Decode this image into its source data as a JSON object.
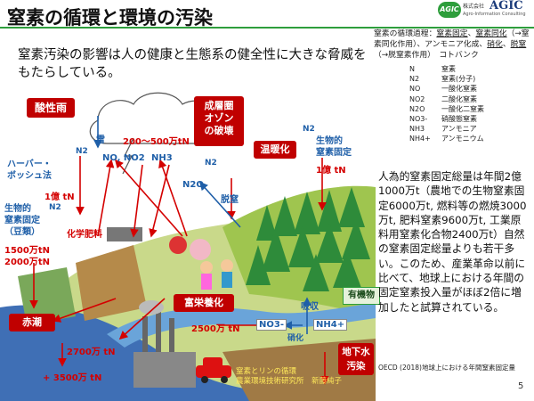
{
  "title": "窒素の循環と環境の汚染",
  "logo": {
    "badge": "AGIC",
    "company": "株式会社",
    "name": "AGIC",
    "tagline": "Agro-Information Consulting"
  },
  "subtitle": "窒素汚染の影響は人の健康と生態系の健全性に大きな脅威をもたらしている。",
  "process_note": {
    "prefix": "窒素の循環過程：",
    "fixation": "窒素固定",
    "assimilation": "窒素同化",
    "mid": "（→窒素同化作用）、アンモニア化成、",
    "nitrification": "硝化",
    "denitrification": "脱窒",
    "suffix": "（→脱窒素作用）　コトバンク"
  },
  "legend": [
    {
      "sym": "N",
      "name": "窒素"
    },
    {
      "sym": "N2",
      "name": "窒素(分子)"
    },
    {
      "sym": "NO",
      "name": "一酸化窒素"
    },
    {
      "sym": "NO2",
      "name": "二酸化窒素"
    },
    {
      "sym": "N2O",
      "name": "一酸化二窒素"
    },
    {
      "sym": "NO3-",
      "name": "硝酸態窒素"
    },
    {
      "sym": "NH3",
      "name": "アンモニア"
    },
    {
      "sym": "NH4+",
      "name": "アンモニウム"
    }
  ],
  "info": "人為的窒素固定総量は年間2億1000万t（農地での生物窒素固定6000万t, 燃料等の燃焼3000万t, 肥料窒素9600万t, 工業原料用窒素化合物2400万t）自然の窒素固定総量よりも若干多い。このため、産業革命以前に比べて、地球上における年間の固定窒素投入量がほぼ2倍に増加したと試算されている。",
  "source": "OECD (2018)地球上における年間窒素固定量",
  "page_number": "5",
  "diagram": {
    "acid_rain": "酸性雨",
    "ozone": "成層圏\nオゾン\nの破壊",
    "warming": "温暖化",
    "red_tide": "赤潮",
    "eutrophication": "富栄養化",
    "groundwater": "地下水\n汚染",
    "organic": "有機物",
    "thunder": "雷",
    "thunder_amount": "200～500万tN",
    "gases": [
      "NO, NO2",
      "NH3"
    ],
    "n2_labels": [
      "N2",
      "N2",
      "N2",
      "N2"
    ],
    "n2o": "N2O",
    "haber": "ハーバー・\nボッシュ法",
    "haber_amount": "1億 tN",
    "bio_fix_left": "生物的\n窒素固定\n（豆類）",
    "bio_fix_left_amounts": "1500万tN\n2000万tN",
    "bio_fix_right": "生物的\n窒素固定",
    "bio_fix_right_amount": "1億 tN",
    "fertilizer": "化学肥料",
    "denitrification": "脱窒",
    "absorption": "吸収",
    "nitrification": "硝化",
    "no3": "NO3-",
    "nh4": "NH4+",
    "runoff_amount": "2500万 tN",
    "sea_amount_1": "2700万 tN",
    "sea_amount_2": "+ 3500万 tN",
    "credit": "窒素とリンの循環\n農業環境技術研究所　新藤純子"
  }
}
